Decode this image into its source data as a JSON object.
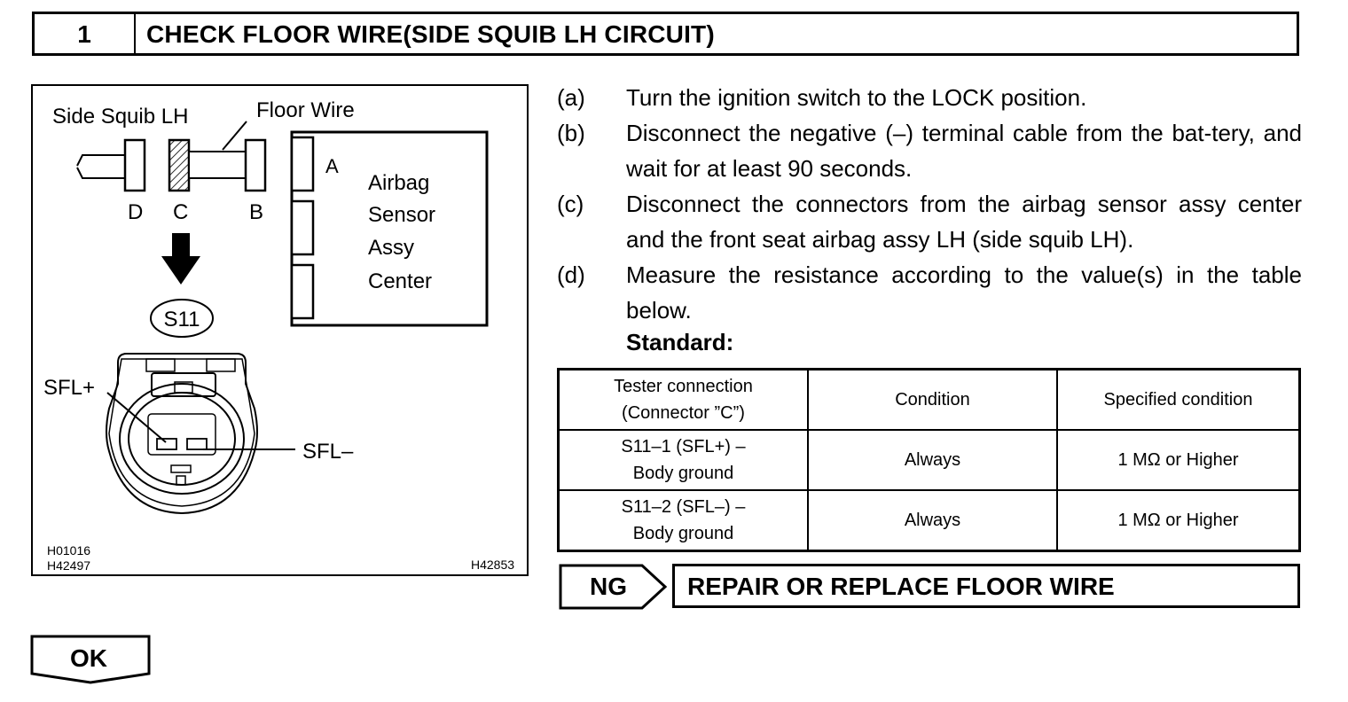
{
  "header": {
    "step_number": "1",
    "title": "CHECK FLOOR WIRE(SIDE SQUIB LH CIRCUIT)"
  },
  "figure": {
    "labels": {
      "side_squib": "Side Squib LH",
      "floor_wire": "Floor Wire",
      "conn_d": "D",
      "conn_c": "C",
      "conn_b": "B",
      "conn_a": "A",
      "ecu_line1": "Airbag",
      "ecu_line2": "Sensor",
      "ecu_line3": "Assy",
      "ecu_line4": "Center",
      "connector_id": "S11",
      "sfl_plus": "SFL+",
      "sfl_minus": "SFL–",
      "code1": "H01016",
      "code2": "H42497",
      "code3": "H42853"
    }
  },
  "steps": [
    {
      "label": "(a)",
      "text": "Turn the ignition switch to the LOCK position."
    },
    {
      "label": "(b)",
      "text": "Disconnect the negative (–) terminal cable from the bat-tery, and wait for at least 90 seconds."
    },
    {
      "label": "(c)",
      "text": "Disconnect the connectors from the airbag sensor assy center and the front seat airbag assy LH (side squib LH)."
    },
    {
      "label": "(d)",
      "text": "Measure the resistance according to the value(s) in the table below."
    }
  ],
  "standard_label": "Standard:",
  "table": {
    "headers": [
      "Tester connection\n(Connector ”C”)",
      "Condition",
      "Specified condition"
    ],
    "rows": [
      [
        "S11–1 (SFL+) –\nBody ground",
        "Always",
        "1 MΩ or Higher"
      ],
      [
        "S11–2 (SFL–) –\nBody ground",
        "Always",
        "1 MΩ or Higher"
      ]
    ]
  },
  "ng": {
    "label": "NG",
    "action": "REPAIR OR REPLACE FLOOR WIRE"
  },
  "ok": {
    "label": "OK"
  }
}
